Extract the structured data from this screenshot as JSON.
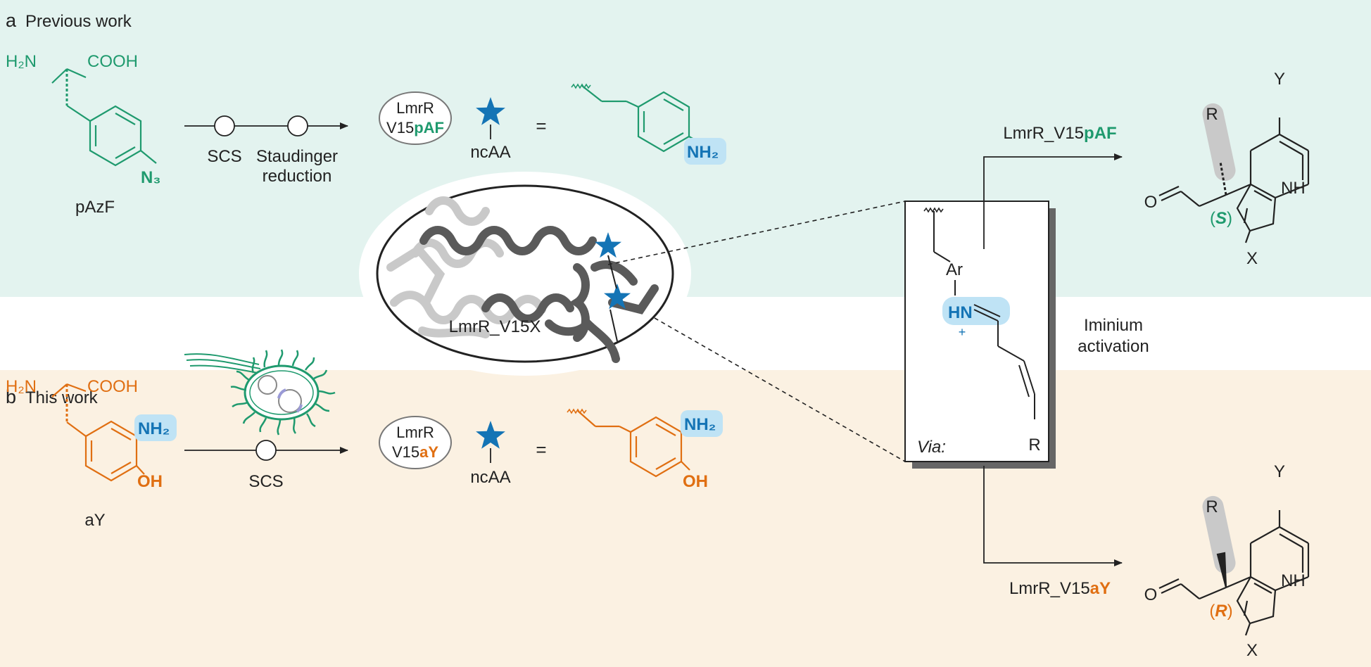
{
  "colors": {
    "green": "#1f9a6e",
    "orange": "#e06f12",
    "blue": "#1474b5",
    "highlight": "#bfe3f5",
    "panel_a_bg": "#e3f3ef",
    "panel_b_bg": "#fbf1e2",
    "dark_ribbon": "#5a5a5a",
    "light_ribbon": "#c9c9c9"
  },
  "panel_a": {
    "letter": "a",
    "title": "Previous work",
    "aa_amine": "H₂N",
    "aa_acid": "COOH",
    "substituent": "N₃",
    "compound_name": "pAzF",
    "step1": "SCS",
    "step2_line1": "Staudinger",
    "step2_line2": "reduction",
    "protein_line1": "LmrR",
    "protein_prefix": "V15",
    "protein_suffix": "pAF",
    "ncaa_label": "ncAA",
    "equals": "=",
    "amine_group": "NH₂",
    "arrow_label_prefix": "LmrR_V15",
    "arrow_label_suffix": "pAF"
  },
  "panel_b": {
    "letter": "b",
    "title": "This work",
    "aa_amine": "H₂N",
    "aa_acid": "COOH",
    "amine_group": "NH₂",
    "hydroxyl_group": "OH",
    "compound_name": "aY",
    "step1": "SCS",
    "protein_line1": "LmrR",
    "protein_prefix": "V15",
    "protein_suffix": "aY",
    "ncaa_label": "ncAA",
    "equals": "=",
    "arrow_label_prefix": "LmrR_V15",
    "arrow_label_suffix": "aY"
  },
  "center": {
    "protein_label": "LmrR_V15X",
    "iminium_line1": "Iminium",
    "iminium_line2": "activation",
    "via_label": "Via:",
    "ar_label": "Ar",
    "hn_label": "HN",
    "plus_label": "+",
    "r_label": "R"
  },
  "products": {
    "top": {
      "stereo": "S",
      "r": "R",
      "x": "X",
      "y": "Y",
      "nh": "NH",
      "o": "O"
    },
    "bottom": {
      "stereo": "R",
      "r": "R",
      "x": "X",
      "y": "Y",
      "nh": "NH",
      "o": "O"
    }
  }
}
